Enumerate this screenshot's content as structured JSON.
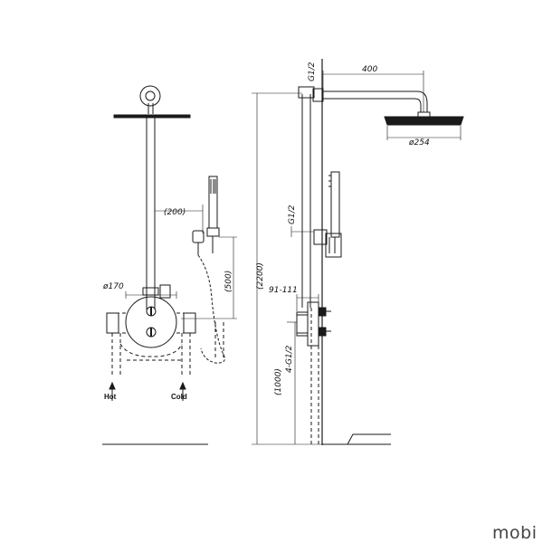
{
  "labels": {
    "hot": "Hot",
    "cold": "Cold",
    "brand": "mobi"
  },
  "dimensions": {
    "arm_length": "400",
    "head_diameter": "ø254",
    "arm_thread": "G1/2",
    "slider_thread": "G1/2",
    "total_height": "(2200)",
    "valve_depth": "91-111",
    "valve_thread": "4-G1/2",
    "valve_height": "(1000)",
    "valve_plate_diameter": "ø170",
    "hand_offset": "(200)",
    "hand_height": "(500)"
  },
  "colors": {
    "line": "#1a1a1a",
    "brand": "#444444"
  }
}
